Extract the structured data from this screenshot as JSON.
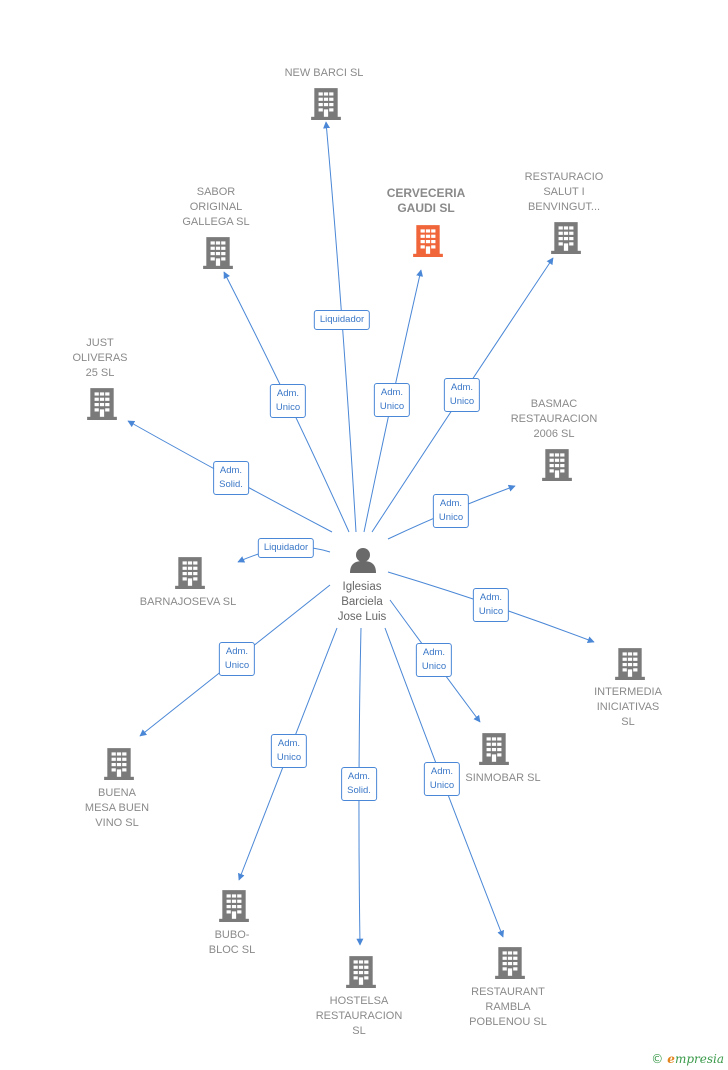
{
  "center": {
    "name": "Iglesias\nBarciela\nJose Luis",
    "icon": "person-icon"
  },
  "nodes": [
    {
      "id": "new-barci",
      "label": "NEW BARCI  SL",
      "highlight": false
    },
    {
      "id": "cerveceria-gaudi",
      "label": "CERVECERIA\nGAUDI  SL",
      "highlight": true
    },
    {
      "id": "sabor-original",
      "label": "SABOR\nORIGINAL\nGALLEGA  SL",
      "highlight": false
    },
    {
      "id": "restauracio-salut",
      "label": "RESTAURACIO\nSALUT I\nBENVINGUT...",
      "highlight": false
    },
    {
      "id": "just-oliveras",
      "label": "JUST\nOLIVERAS\n25  SL",
      "highlight": false
    },
    {
      "id": "basmac",
      "label": "BASMAC\nRESTAURACION\n2006 SL",
      "highlight": false
    },
    {
      "id": "barnajoseva",
      "label": "BARNAJOSEVA SL",
      "highlight": false
    },
    {
      "id": "intermedia",
      "label": "INTERMEDIA\nINICIATIVAS\nSL",
      "highlight": false
    },
    {
      "id": "buena-mesa",
      "label": "BUENA\nMESA BUEN\nVINO SL",
      "highlight": false
    },
    {
      "id": "sinmobar",
      "label": "SINMOBAR SL",
      "highlight": false
    },
    {
      "id": "bubo-bloc",
      "label": "BUBO-\nBLOC  SL",
      "highlight": false
    },
    {
      "id": "hostelsa",
      "label": "HOSTELSA\nRESTAURACION\nSL",
      "highlight": false
    },
    {
      "id": "restaurant-rambla",
      "label": "RESTAURANT\nRAMBLA\nPOBLENOU  SL",
      "highlight": false
    }
  ],
  "edges": [
    {
      "to": "new-barci",
      "role": "Liquidador"
    },
    {
      "to": "cerveceria-gaudi",
      "role": "Adm.\nUnico"
    },
    {
      "to": "sabor-original",
      "role": "Adm.\nUnico"
    },
    {
      "to": "restauracio-salut",
      "role": "Adm.\nUnico"
    },
    {
      "to": "just-oliveras",
      "role": "Adm.\nSolid."
    },
    {
      "to": "basmac",
      "role": "Adm.\nUnico"
    },
    {
      "to": "barnajoseva",
      "role": "Liquidador"
    },
    {
      "to": "intermedia",
      "role": "Adm.\nUnico"
    },
    {
      "to": "buena-mesa",
      "role": "Adm.\nUnico"
    },
    {
      "to": "sinmobar",
      "role": "Adm.\nUnico"
    },
    {
      "to": "bubo-bloc",
      "role": "Adm.\nUnico"
    },
    {
      "to": "hostelsa",
      "role": "Adm.\nSolid."
    },
    {
      "to": "restaurant-rambla",
      "role": "Adm.\nUnico"
    }
  ],
  "colors": {
    "edge": "#4a87d6",
    "building": "#7a7a7a",
    "building_highlight": "#f0663a",
    "person": "#6a6a6a"
  },
  "footer": {
    "copyright_symbol": "©",
    "brand_initial": "e",
    "brand_rest": "mpresia"
  }
}
